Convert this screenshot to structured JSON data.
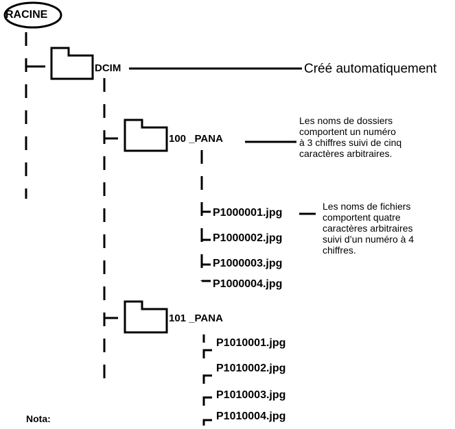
{
  "root": {
    "label": "RACINE"
  },
  "dcim": {
    "label": "DCIM",
    "note": "Créé automatiquement"
  },
  "folder_100": {
    "label": "100 _PANA",
    "note_lines": [
      "Les noms de dossiers",
      "comportent un numéro",
      "à 3 chiffres suivi de cinq",
      "caractères arbitraires."
    ]
  },
  "files_100": [
    "P1000001.jpg",
    "P1000002.jpg",
    "P1000003.jpg",
    "P1000004.jpg"
  ],
  "files_note_lines": [
    "Les noms de fichiers",
    "comportent quatre",
    "caractères arbitraires",
    "suivi d’un numéro à 4",
    "chiffres."
  ],
  "folder_101": {
    "label": "101 _PANA"
  },
  "files_101": [
    "P1010001.jpg",
    "P1010002.jpg",
    "P1010003.jpg",
    "P1010004.jpg"
  ],
  "footer": {
    "nota": "Nota:"
  }
}
